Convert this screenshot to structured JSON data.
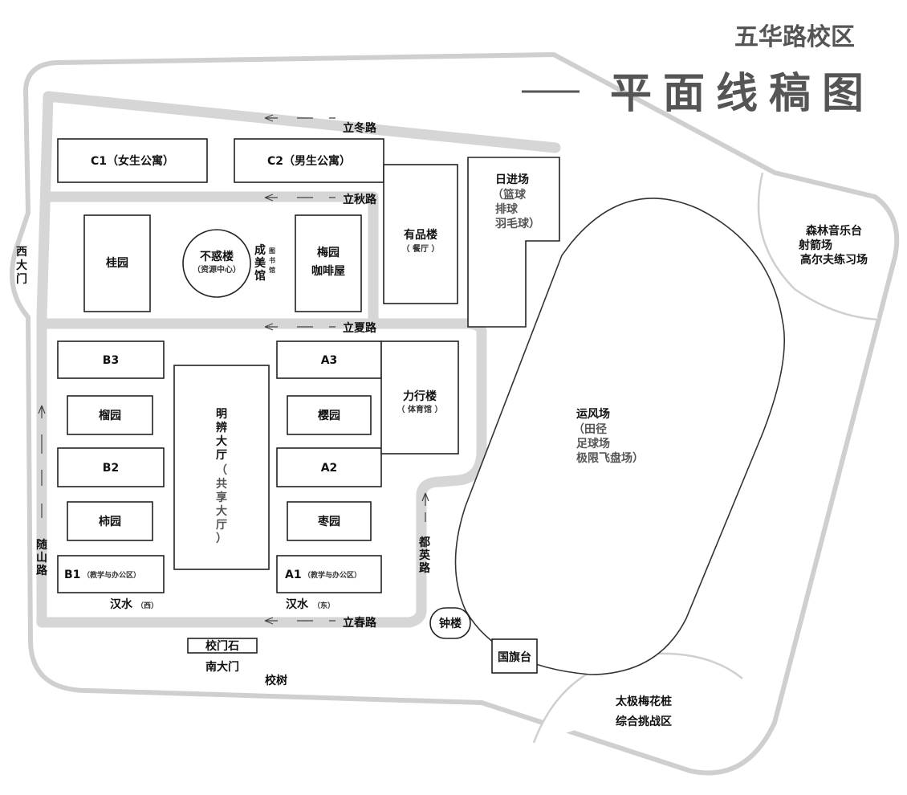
{
  "title": {
    "line1": "五华路校区",
    "line2": "平面线稿图"
  },
  "roads": {
    "lidong": "立冬路",
    "liqiu": "立秋路",
    "lixia": "立夏路",
    "lichun": "立春路",
    "suishan": [
      "随",
      "山",
      "路"
    ],
    "duying": [
      "都",
      "英",
      "路"
    ]
  },
  "gates": {
    "west": [
      "西",
      "大",
      "门"
    ],
    "south": "南大门"
  },
  "buildings": {
    "c1": "C1（女生公寓）",
    "c2": "C2（男生公寓）",
    "guiyuan": "桂园",
    "buhuo": "不惑楼",
    "buhuo_sub": "（资源中心）",
    "chengmei": [
      "成",
      "美",
      "馆"
    ],
    "library": [
      "图",
      "书",
      "馆"
    ],
    "meiyuan": "梅园",
    "coffee": "咖啡屋",
    "youpin": "有品楼",
    "youpin_sub": "（ 餐厅 ）",
    "rijin": "日进场",
    "rijin_sub1": "（篮球",
    "rijin_sub2": "排球",
    "rijin_sub3": "羽毛球）",
    "b3": "B3",
    "liuyuan": "榴园",
    "b2": "B2",
    "shiyuan": "柿园",
    "b1": "B1",
    "b1_sub": "（教学与办公区）",
    "mingbian": [
      "明",
      "辨",
      "大",
      "厅"
    ],
    "mingbian_sub": [
      "（",
      "共",
      "享",
      "大",
      "厅",
      "）"
    ],
    "a3": "A3",
    "yingyuan": "樱园",
    "a2": "A2",
    "zaoyuan": "枣园",
    "a1": "A1",
    "a1_sub": "（教学与办公区）",
    "lixing": "力行楼",
    "lixing_sub": "（ 体育馆 ）",
    "yunfeng": "运风场",
    "yunfeng_sub1": "（田径",
    "yunfeng_sub2": "足球场",
    "yunfeng_sub3": "极限飞盘场）",
    "forest1": "森林音乐台",
    "forest2": "射箭场",
    "forest3": "高尔夫练习场",
    "taiji1": "太极梅花桩",
    "taiji2": "综合挑战区",
    "bell": "钟楼",
    "flag": "国旗台",
    "gatestone": "校门石",
    "tree": "校树",
    "hanshui_w": "汉水",
    "hanshui_w_sub": "（西）",
    "hanshui_e": "汉水",
    "hanshui_e_sub": "（东）"
  }
}
